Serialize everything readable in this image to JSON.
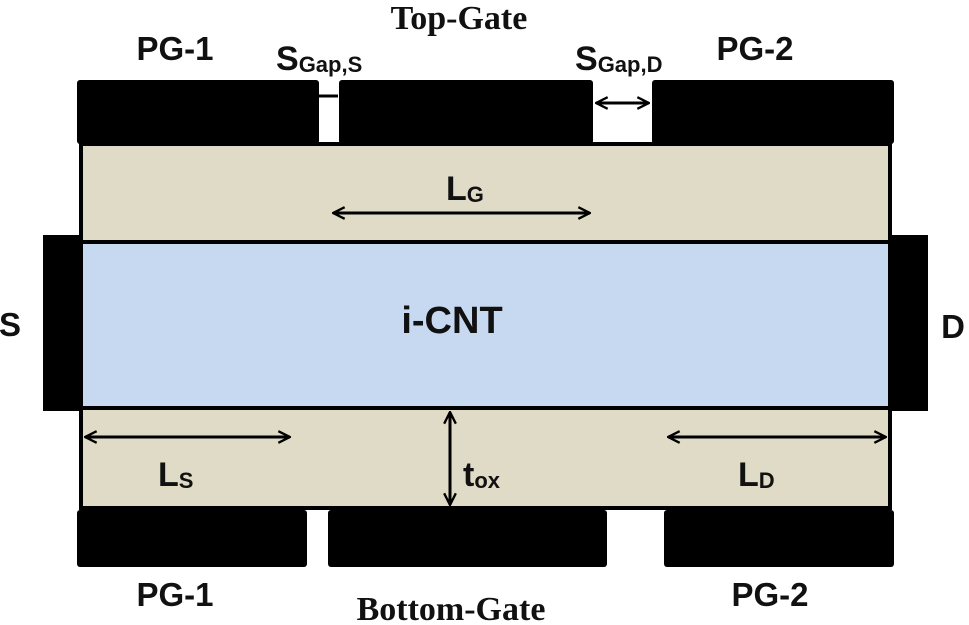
{
  "colors": {
    "electrode": "#000000",
    "oxide": "#dfdbc6",
    "channel": "#c6d9f0",
    "outline": "#000000",
    "background": "#ffffff"
  },
  "labels": {
    "top_gate": "Top-Gate",
    "bottom_gate": "Bottom-Gate",
    "pg1_top": "PG-1",
    "pg2_top": "PG-2",
    "pg1_bottom": "PG-1",
    "pg2_bottom": "PG-2",
    "source": "S",
    "drain": "D",
    "channel": "i-CNT",
    "sgap_s": {
      "main": "S",
      "sub": "Gap,S"
    },
    "sgap_d": {
      "main": "S",
      "sub": "Gap,D"
    },
    "lg": {
      "main": "L",
      "sub": "G"
    },
    "ls": {
      "main": "L",
      "sub": "S"
    },
    "ld": {
      "main": "L",
      "sub": "D"
    },
    "tox": {
      "main": "t",
      "sub": "ox"
    }
  }
}
